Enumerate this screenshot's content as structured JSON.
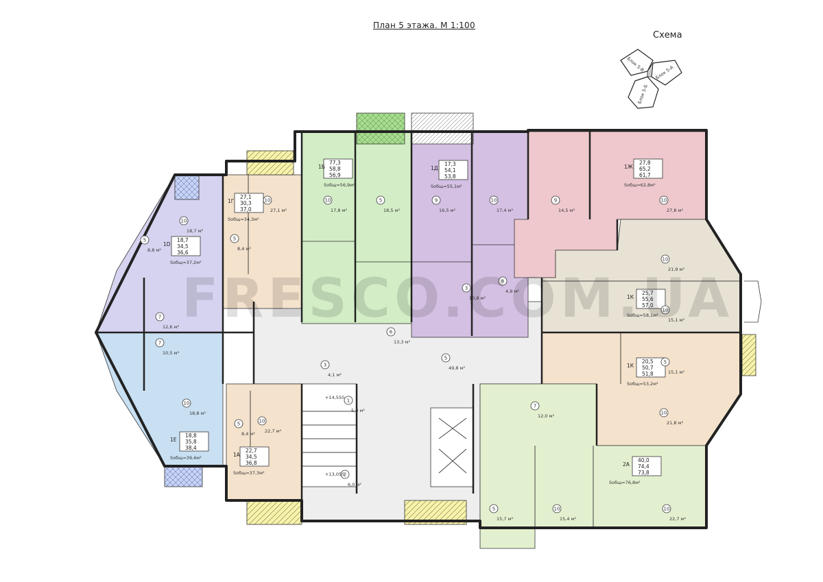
{
  "title": "План 5 этажа. М 1:100",
  "scheme": {
    "title": "Схема",
    "block_labels": [
      "Блок 5-В",
      "Блок 5-А",
      "Блок 5-Б"
    ]
  },
  "watermark": "FRESCO.COM.UA",
  "colors": {
    "green": "#d3eec6",
    "violet": "#d4c0e3",
    "pink": "#eec8cc",
    "lilac": "#d6d3f0",
    "blue": "#c8e0f2",
    "peach": "#f4e2cc",
    "beige": "#e7e2d4",
    "lime": "#e3f0cf",
    "corridor": "#eeeeee",
    "balcony": "#f7f2a8"
  },
  "apartments": [
    {
      "id": "apt-green",
      "lines": [
        "1Б",
        "77,3",
        "58,8",
        "56,9"
      ],
      "area": "Sобщ=56,9м²"
    },
    {
      "id": "apt-violet",
      "lines": [
        "1Д",
        "17,3",
        "54,1",
        "53,8"
      ],
      "area": "Sобщ=55,1м²"
    },
    {
      "id": "apt-pink",
      "lines": [
        "1Ж",
        "27,8",
        "65,2",
        "61,7"
      ],
      "area": "Sобщ=62,8м²"
    },
    {
      "id": "apt-peach-top",
      "lines": [
        "1Г",
        "27,1",
        "30,3",
        "37,0"
      ],
      "area": "Sобщ=34,3м²"
    },
    {
      "id": "apt-lilac",
      "lines": [
        "1D",
        "18,7",
        "34,5",
        "36,6"
      ],
      "area": "Sобщ=37,2м²"
    },
    {
      "id": "apt-beige-right",
      "lines": [
        "1К",
        "25,7",
        "55,6",
        "57,0"
      ],
      "area": "Sобщ=58,1м²"
    },
    {
      "id": "apt-peach-right",
      "lines": [
        "1К",
        "20,5",
        "50,7",
        "51,8"
      ],
      "area": "Sобщ=53,2м²"
    },
    {
      "id": "apt-blue",
      "lines": [
        "1Е",
        "18,8",
        "35,8",
        "38,4"
      ],
      "area": "Sобщ=39,4м²"
    },
    {
      "id": "apt-peach-bottom",
      "lines": [
        "1А",
        "22,7",
        "34,5",
        "36,8"
      ],
      "area": "Sобщ=37,3м²"
    },
    {
      "id": "apt-lime",
      "lines": [
        "2А",
        "40,0",
        "74,4",
        "73,8"
      ],
      "area": "Sобщ=76,8м²"
    }
  ],
  "rooms": [
    {
      "n": "10",
      "a": "17,8 м²"
    },
    {
      "n": "5",
      "a": "18,5 м²"
    },
    {
      "n": "9",
      "a": "16,5 м²"
    },
    {
      "n": "10",
      "a": "17,4 м²"
    },
    {
      "n": "9",
      "a": "14,5 м²"
    },
    {
      "n": "10",
      "a": "27,8 м²"
    },
    {
      "n": "10",
      "a": "27,1 м²"
    },
    {
      "n": "10",
      "a": "18,7 м²"
    },
    {
      "n": "5",
      "a": "8,8 м²"
    },
    {
      "n": "5",
      "a": "8,4 м²"
    },
    {
      "n": "10",
      "a": "21,9 м²"
    },
    {
      "n": "10",
      "a": "15,1 м²"
    },
    {
      "n": "5",
      "a": "15,1 м²"
    },
    {
      "n": "10",
      "a": "21,8 м²"
    },
    {
      "n": "10",
      "a": "18,8 м²"
    },
    {
      "n": "10",
      "a": "22,7 м²"
    },
    {
      "n": "5",
      "a": "8,4 м²"
    },
    {
      "n": "7",
      "a": "12,0 м²"
    },
    {
      "n": "5",
      "a": "15,7 м²"
    },
    {
      "n": "10",
      "a": "15,4 м²"
    },
    {
      "n": "10",
      "a": "22,7 м²"
    },
    {
      "n": "5",
      "a": "49,8 м²"
    },
    {
      "n": "7",
      "a": "10,5 м²"
    },
    {
      "n": "7",
      "a": "12,6 м²"
    },
    {
      "n": "1",
      "a": "5,0 м²"
    },
    {
      "n": "2",
      "a": "6,0 м²"
    },
    {
      "n": "6",
      "a": "13,3 м²"
    },
    {
      "n": "3",
      "a": "4,1 м²"
    },
    {
      "n": "8",
      "a": "4,9 м²"
    },
    {
      "n": "3",
      "a": "10,8 м²"
    }
  ],
  "levels": [
    "+14,550",
    "+13,050"
  ]
}
